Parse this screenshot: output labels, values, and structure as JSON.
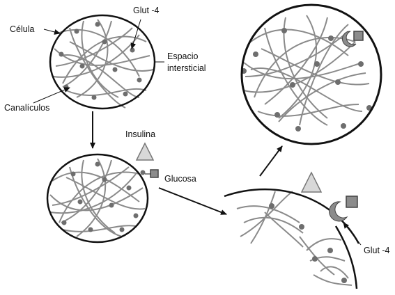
{
  "labels": {
    "cell": "Célula",
    "glut4_top": "Glut -4",
    "interstitial_line1": "Espacio",
    "interstitial_line2": "intersticial",
    "canaliculi": "Canalículos",
    "insulin": "Insulina",
    "glucose": "Glucosa",
    "glut4_bottom": "Glut -4"
  },
  "colors": {
    "membrane": "#111111",
    "fiber": "#8a8a8a",
    "node": "#6e6e6e",
    "insulin_fill": "#d8d8d8",
    "glucose_fill": "#8c8c8c",
    "arrow": "#111111"
  },
  "icons": [
    "insulin-triangle-icon",
    "glucose-square-icon",
    "glut4-crescent-icon"
  ]
}
